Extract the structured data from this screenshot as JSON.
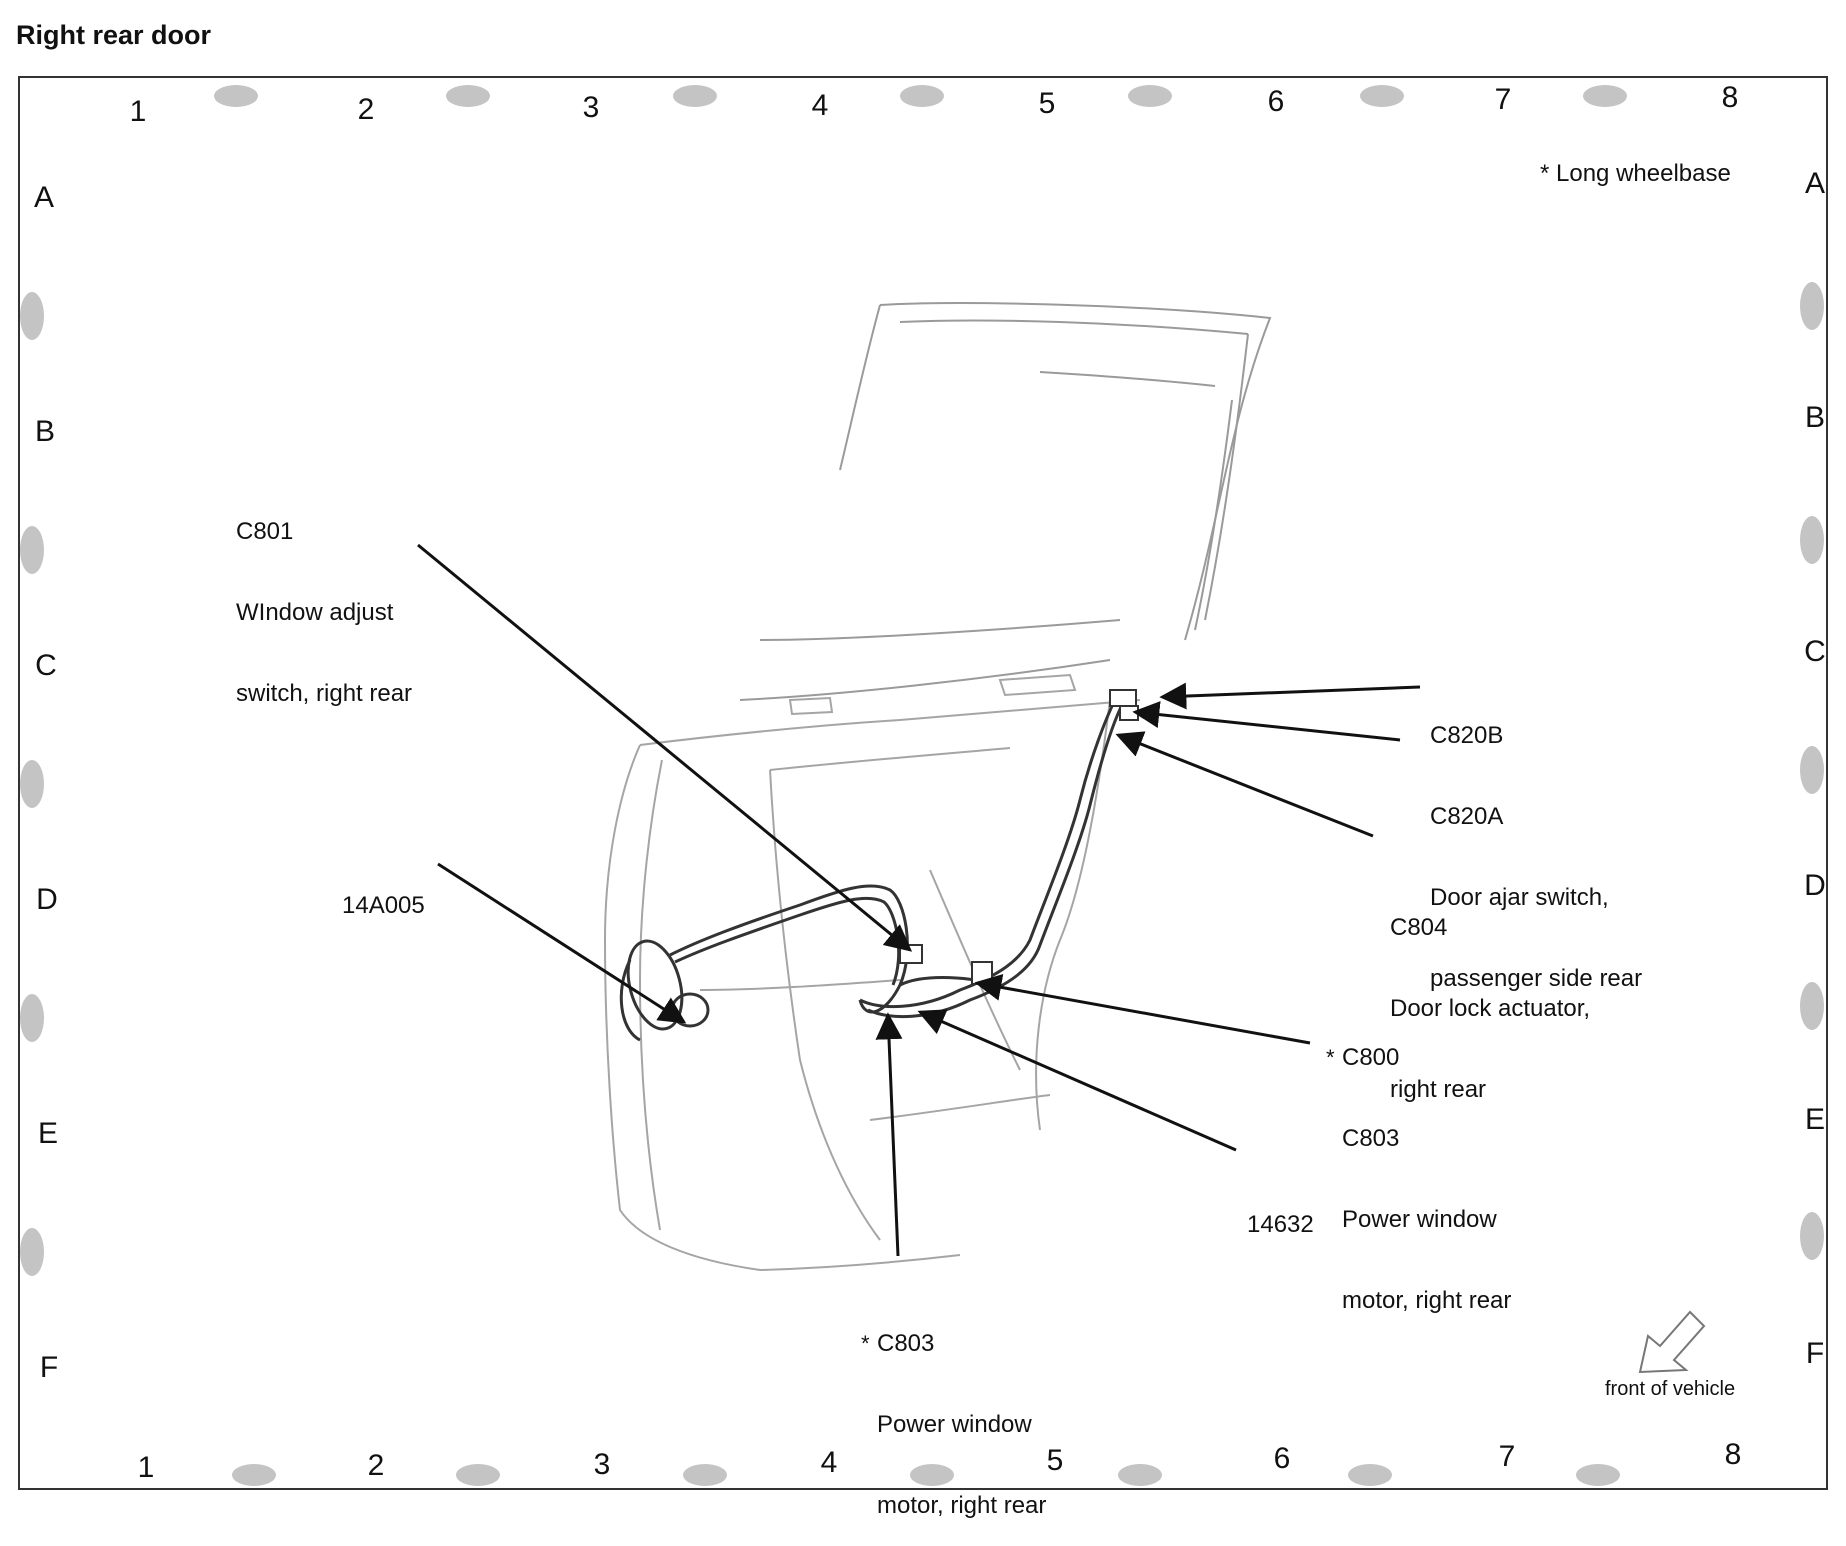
{
  "title": "Right rear door",
  "grid": {
    "columns": [
      "1",
      "2",
      "3",
      "4",
      "5",
      "6",
      "7",
      "8"
    ],
    "rows": [
      "A",
      "B",
      "C",
      "D",
      "E",
      "F"
    ]
  },
  "note": "* Long wheelbase",
  "orientation": {
    "label": "front of vehicle",
    "icon": "arrow-icon"
  },
  "callouts": {
    "c801": {
      "lines": [
        "C801",
        "WIndow adjust",
        "switch, right rear"
      ]
    },
    "c820": {
      "lines": [
        "C820B",
        "C820A",
        "Door ajar switch,",
        "passenger side rear"
      ]
    },
    "c804": {
      "lines": [
        "C804",
        "Door lock actuator,",
        "right rear"
      ]
    },
    "c800": {
      "lines": [
        "C800",
        "C803",
        "Power window",
        "motor, right rear"
      ],
      "marker": "*"
    },
    "c14a005": {
      "lines": [
        "14A005"
      ]
    },
    "c14632": {
      "lines": [
        "14632"
      ]
    },
    "c803": {
      "lines": [
        "C803",
        "Power window",
        "motor, right rear"
      ],
      "marker": "*"
    }
  },
  "colors": {
    "ink": "#111111",
    "sketch": "#9a9a9a",
    "frame": "#333333",
    "dither": "#bfbfbf"
  }
}
